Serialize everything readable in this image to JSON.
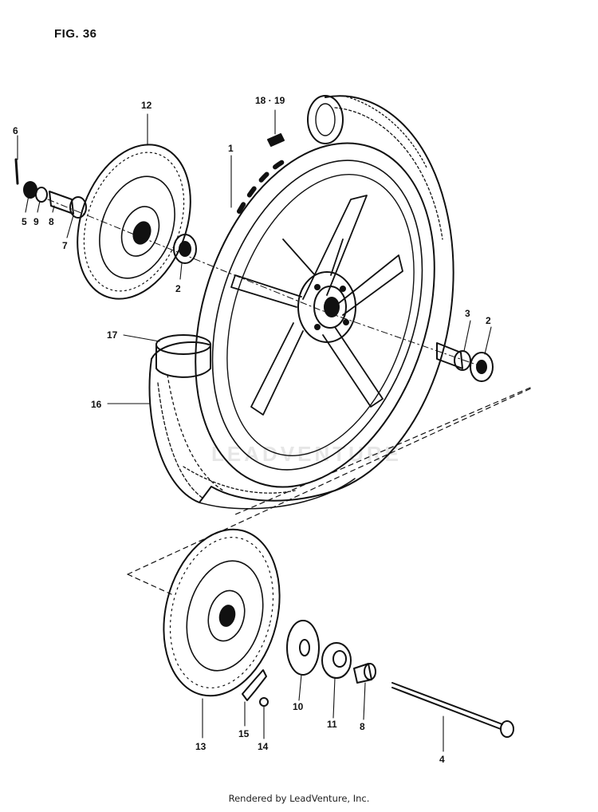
{
  "figure": {
    "title": "FIG. 36"
  },
  "watermark": "LEADVENTURE",
  "callouts": [
    {
      "id": "c6",
      "text": "6"
    },
    {
      "id": "c12",
      "text": "12"
    },
    {
      "id": "c1819",
      "text": "18 · 19"
    },
    {
      "id": "c1",
      "text": "1"
    },
    {
      "id": "c5",
      "text": "5"
    },
    {
      "id": "c9",
      "text": "9"
    },
    {
      "id": "c8a",
      "text": "8"
    },
    {
      "id": "c7",
      "text": "7"
    },
    {
      "id": "c2a",
      "text": "2"
    },
    {
      "id": "c3",
      "text": "3"
    },
    {
      "id": "c2b",
      "text": "2"
    },
    {
      "id": "c17",
      "text": "17"
    },
    {
      "id": "c16",
      "text": "16"
    },
    {
      "id": "c10",
      "text": "10"
    },
    {
      "id": "c11",
      "text": "11"
    },
    {
      "id": "c8b",
      "text": "8"
    },
    {
      "id": "c4",
      "text": "4"
    },
    {
      "id": "c13",
      "text": "13"
    },
    {
      "id": "c15",
      "text": "15"
    },
    {
      "id": "c14",
      "text": "14"
    }
  ],
  "footer": {
    "text": "Rendered by LeadVenture, Inc."
  }
}
